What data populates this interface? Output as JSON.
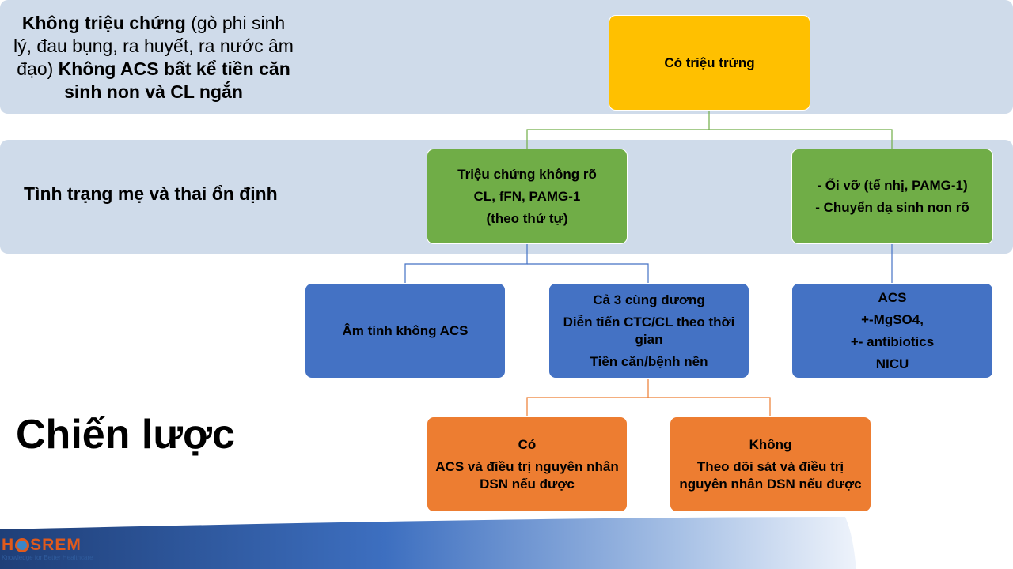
{
  "side_notes": {
    "asymptomatic_bold": "Không triệu chứng",
    "asymptomatic_rest": " (gò phi sinh lý, đau bụng, ra huyết, ra nước âm đạo) ",
    "asymptomatic_arrow": "",
    "asymptomatic_conclusion": " Không ACS bất kể tiền căn sinh non và CL ngắn",
    "stable": "Tình trạng mẹ và thai ổn định",
    "strategy": "Chiến lược"
  },
  "nodes": {
    "root": {
      "line1": "Có triệu trứng"
    },
    "unclear": {
      "line1": "Triệu chứng không rõ",
      "line2": " CL, fFN,  PAMG-1",
      "line3": "(theo thứ tự)"
    },
    "rupture": {
      "line1": "- Ối vỡ (tế nhị, PAMG-1)",
      "line2": "- Chuyển dạ sinh non rõ"
    },
    "negative": {
      "line1": "Âm tính  không ACS"
    },
    "all_positive": {
      "line1": "Cả 3 cùng dương",
      "line2": " Diễn tiến CTC/CL theo thời gian",
      "line3": " Tiền căn/bệnh nền"
    },
    "acs": {
      "line1": "ACS",
      "line2": "+-MgSO4,",
      "line3": "+- antibiotics",
      "line4": "NICU"
    },
    "yes": {
      "line1": "Có",
      "line2": " ACS và điều trị nguyên nhân DSN nếu được"
    },
    "no": {
      "line1": "Không",
      "line2": " Theo dõi sát và điều trị nguyên nhân DSN nếu được"
    }
  },
  "logo": {
    "word_left": "H",
    "word_right": "SREM",
    "tagline": "Knowledge for Better Healthcare"
  },
  "colors": {
    "band": "#cfdbea",
    "yellow": "#ffc000",
    "green": "#70ad47",
    "blue": "#4472c4",
    "orange": "#ed7d31",
    "logo_orange": "#e05a1c"
  }
}
